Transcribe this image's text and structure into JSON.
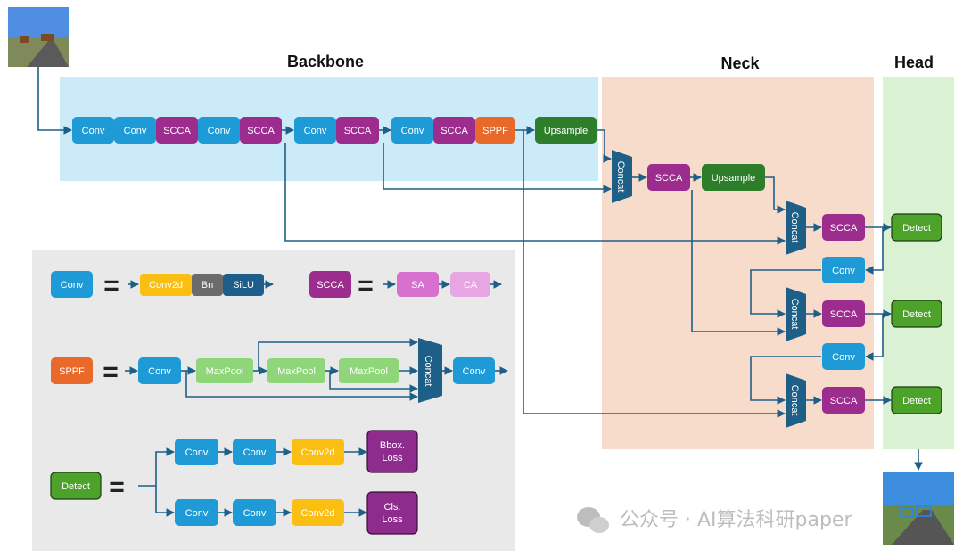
{
  "sections": {
    "backbone": "Backbone",
    "neck": "Neck",
    "head": "Head"
  },
  "labels": {
    "conv": "Conv",
    "scca": "SCCA",
    "sppf": "SPPF",
    "upsample": "Upsample",
    "concat": "Concat",
    "detect": "Detect",
    "conv2d": "Conv2d",
    "bn": "Bn",
    "silu": "SiLU",
    "sa": "SA",
    "ca": "CA",
    "maxpool": "MaxPool",
    "bbox_loss_1": "Bbox.",
    "bbox_loss_2": "Loss",
    "cls_loss_1": "Cls.",
    "cls_loss_2": "Loss",
    "equals": "="
  },
  "watermark": "公众号 · AI算法科研paper",
  "colors": {
    "conv": "#1e9bd7",
    "scca": "#9c2c8d",
    "sppf": "#e8692a",
    "upsample": "#2d7d2b",
    "concat": "#1d5f86",
    "detect": "#4da32a",
    "conv2d": "#fbbf14",
    "bn": "#6b6b6b",
    "silu": "#1f5e8a",
    "sa": "#d770cf",
    "ca": "#e7a5e3",
    "maxpool": "#8fd57a",
    "loss": "#8e2c8e",
    "backbone_bg": "#ccebf8",
    "neck_bg": "#f8dccb",
    "head_bg": "#dbf1d4",
    "legend_bg": "#e9e9e9",
    "line": "#1d5f86"
  }
}
